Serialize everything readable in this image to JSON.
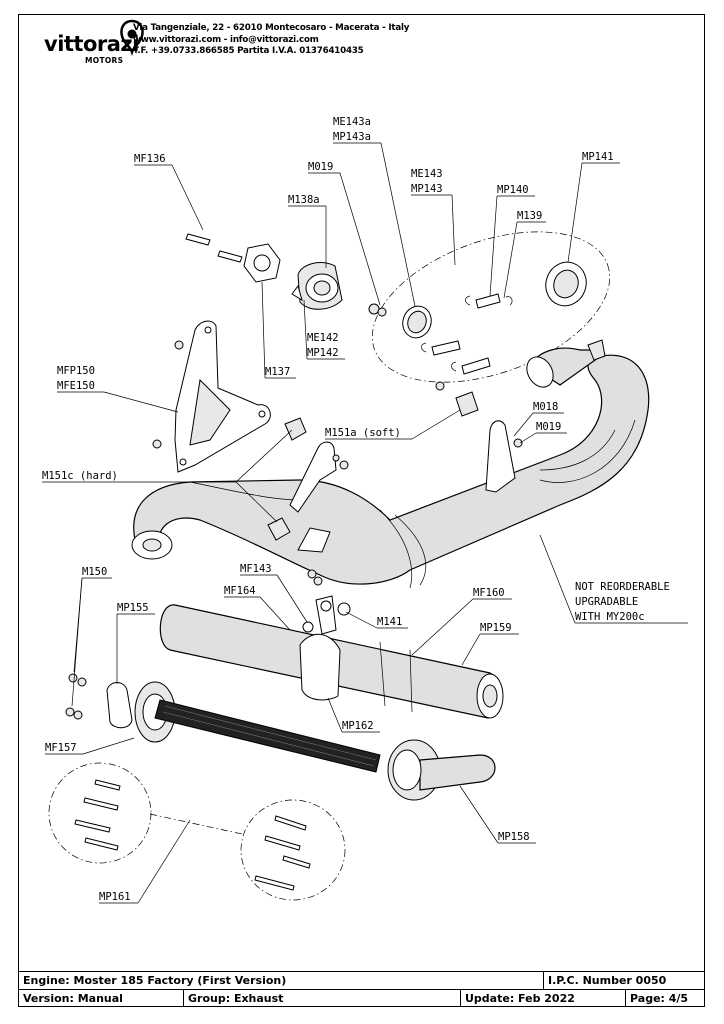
{
  "header": {
    "logo_name": "vittorazi",
    "logo_sub": "MOTORS",
    "address_line1": "Via Tangenziale, 22 - 62010 Montecosaro - Macerata - Italy",
    "address_line2": "www.vittorazi.com - info@vittorazi.com",
    "address_line3": "T.F. +39.0733.866585 Partita I.V.A. 01376410435"
  },
  "labels": {
    "mf136": "MF136",
    "m019_top": "M019",
    "me143a": "ME143a",
    "mp143a": "MP143a",
    "me143": "ME143",
    "mp143": "MP143",
    "mp141": "MP141",
    "mp140": "MP140",
    "m139": "M139",
    "m138a": "M138a",
    "me142": "ME142",
    "mp142": "MP142",
    "m137": "M137",
    "mfp150": "MFP150",
    "mfe150": "MFE150",
    "m151a": "M151a (soft)",
    "m018": "M018",
    "m019_right": "M019",
    "m151c": "M151c (hard)",
    "not_reorderable_1": "NOT REORDERABLE",
    "not_reorderable_2": "UPGRADABLE",
    "not_reorderable_3": "WITH MY200c",
    "m150": "M150",
    "mf143": "MF143",
    "mf164": "MF164",
    "mf160": "MF160",
    "mp155": "MP155",
    "m141": "M141",
    "mp159": "MP159",
    "mp162": "MP162",
    "mf157": "MF157",
    "mp158": "MP158",
    "mp161": "MP161"
  },
  "title_block": {
    "engine": "Engine: Moster 185 Factory (First Version)",
    "ipc": "I.P.C. Number 0050",
    "version": "Version: Manual",
    "group": "Group: Exhaust",
    "update": "Update: Feb 2022",
    "page": "Page: 4/5"
  },
  "icons": [
    "vittorazi-logo-icon"
  ]
}
